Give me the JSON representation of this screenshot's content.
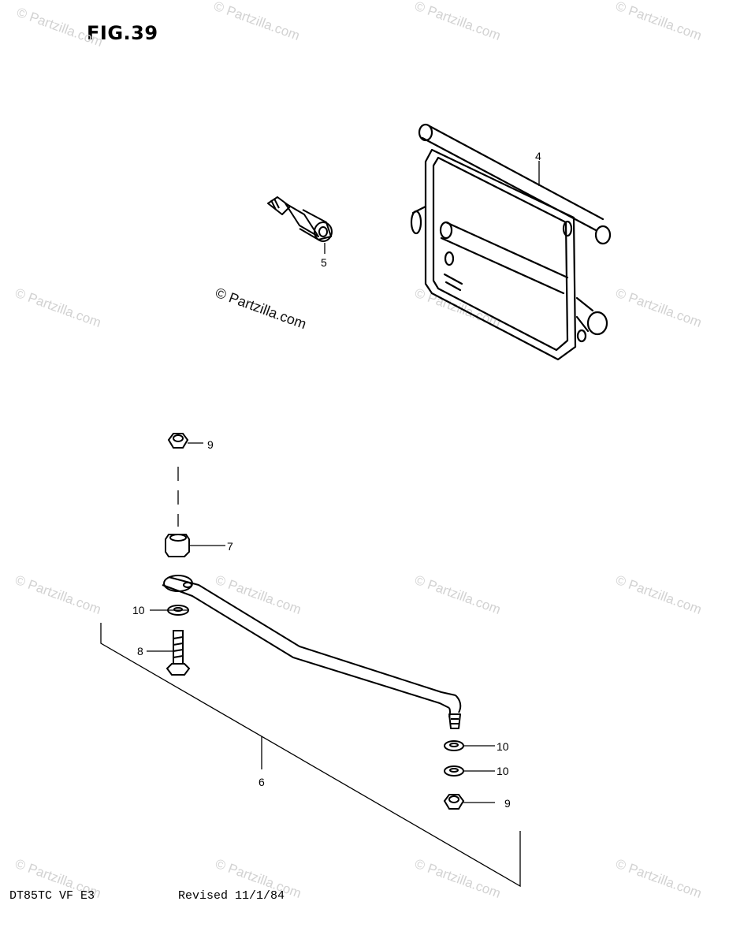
{
  "figure": {
    "title": "FIG.39"
  },
  "footer": {
    "model": "DT85TC VF E3",
    "revised": "Revised 11/1/84"
  },
  "watermark": {
    "text": "© Partzilla.com"
  },
  "callouts": {
    "c4": "4",
    "c5": "5",
    "c6": "6",
    "c7": "7",
    "c8": "8",
    "c9a": "9",
    "c9b": "9",
    "c10a": "10",
    "c10b": "10",
    "c10c": "10"
  },
  "icons": [
    "bracket-icon",
    "bushing-icon",
    "nut-icon",
    "collar-icon",
    "rod-icon",
    "washer-icon",
    "bolt-icon"
  ]
}
